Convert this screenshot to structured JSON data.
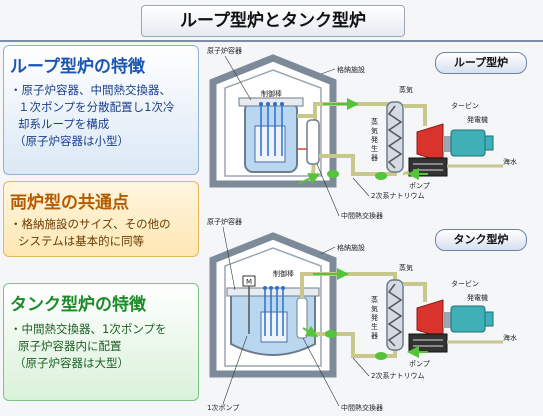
{
  "title": "ループ型炉とタンク型炉",
  "loop_panel": {
    "heading": "ループ型炉の特徴",
    "body_lines": [
      "・原子炉容器、中間熱交換器、",
      "１次ポンプを分散配置し1次冷",
      "却系ループを構成",
      "（原子炉容器は小型）"
    ]
  },
  "common_panel": {
    "heading": "両炉型の共通点",
    "body_lines": [
      "・格納施設のサイズ、その他の",
      "システムは基本的に同等"
    ]
  },
  "tank_panel": {
    "heading": "タンク型炉の特徴",
    "body_lines": [
      "・中間熱交換器、1次ポンプを",
      "原子炉容器内に配置",
      "（原子炉容器は大型）"
    ]
  },
  "loop_diagram": {
    "badge": "ループ型炉",
    "labels": {
      "vessel": "原子炉容器",
      "containment": "格納施設",
      "control_rod": "制御棒",
      "steam": "蒸気",
      "turbine": "タービン",
      "generator": "発電機",
      "sg": [
        "蒸",
        "気",
        "発",
        "生",
        "器"
      ],
      "seawater": "海水",
      "pump": "ポンプ",
      "secondary_na": "2次系ナトリウム",
      "ihx": "中間熱交換器"
    }
  },
  "tank_diagram": {
    "badge": "タンク型炉",
    "labels": {
      "vessel": "原子炉容器",
      "containment": "格納施設",
      "control_rod": "制御棒",
      "m": "M",
      "steam": "蒸気",
      "turbine": "タービン",
      "generator": "発電機",
      "sg": [
        "蒸",
        "気",
        "発",
        "生",
        "器"
      ],
      "seawater": "海水",
      "pump": "ポンプ",
      "secondary_na": "2次系ナトリウム",
      "primary_pump": "1次ポンプ",
      "ihx": "中間熱交換器"
    }
  },
  "colors": {
    "steel": "#7d8a99",
    "pipe": "#c9c88c",
    "turbine": "#d9342b",
    "generator": "#3fb0b8",
    "arrow": "#55c43a",
    "sodium": "#b9d8f0"
  }
}
